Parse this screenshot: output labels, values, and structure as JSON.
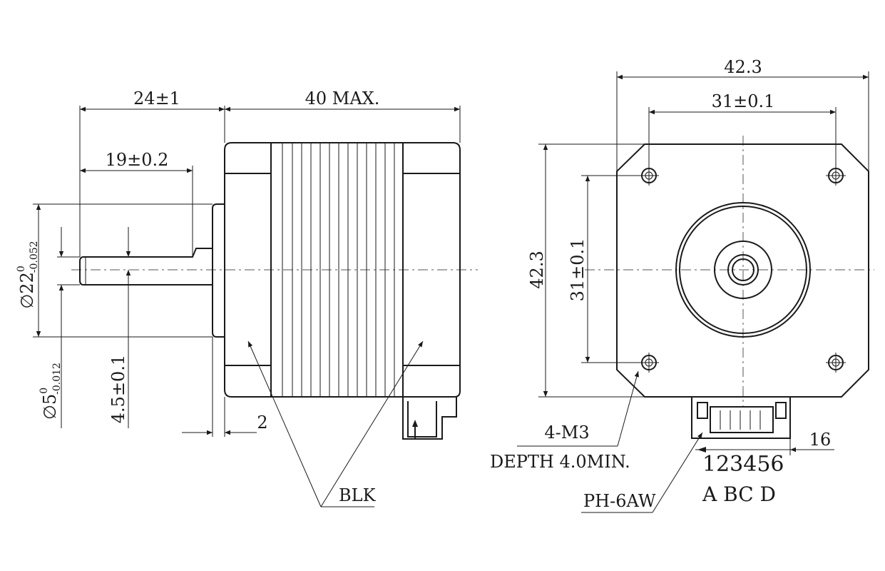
{
  "dimensions": {
    "shaft_extension": "24±1",
    "body_length": "40 MAX.",
    "flat_length": "19±0.2",
    "flange_thickness": "2",
    "flat_depth": "4.5±0.1",
    "pilot_diameter": {
      "symbol": "∅",
      "nominal": "22",
      "upper": "0",
      "lower": "-0.052"
    },
    "shaft_diameter": {
      "symbol": "∅",
      "nominal": "5",
      "upper": "0",
      "lower": "-0.012"
    },
    "frame_width": "42.3",
    "frame_height": "42.3",
    "hole_spacing_h": "31±0.1",
    "hole_spacing_v": "31±0.1",
    "connector_offset": "16"
  },
  "labels": {
    "body_color": "BLK",
    "mount_holes": "4-M3",
    "hole_depth": "DEPTH 4.0MIN.",
    "connector": "PH-6AW",
    "pin_numbers": "123456",
    "pin_phases": "A BC D"
  }
}
